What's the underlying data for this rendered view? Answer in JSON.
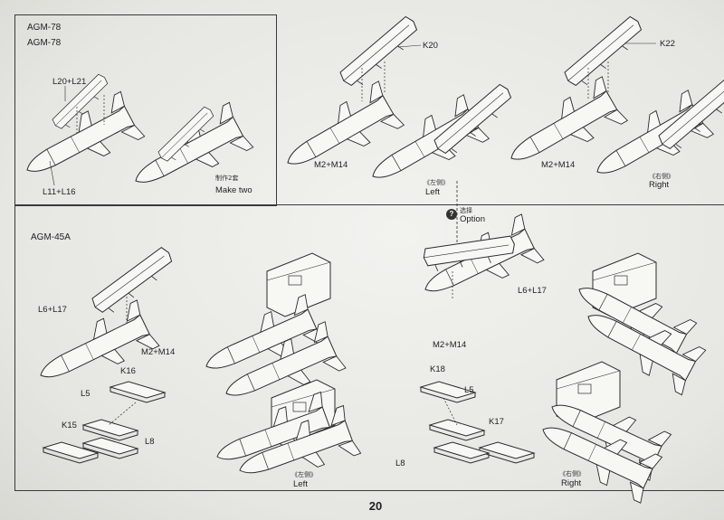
{
  "page": {
    "number": "20"
  },
  "sections": {
    "agm78": {
      "title_1": "AGM-78",
      "title_2": "AGM-78"
    },
    "agm45a": {
      "title": "AGM-45A"
    }
  },
  "labels": {
    "l20_l21": "L20+L21",
    "l11_l16": "L11+L16",
    "make_two_cn": "制作2套",
    "make_two": "Make two",
    "k20": "K20",
    "k22": "K22",
    "m2_m14_a": "M2+M14",
    "m2_m14_b": "M2+M14",
    "m2_m14_c": "M2+M14",
    "m2_m14_d": "M2+M14",
    "left_cn_a": "《左侧》",
    "left_a": "Left",
    "right_cn_a": "《右侧》",
    "right_a": "Right",
    "option_cn": "选择",
    "option": "Option",
    "option_icon": "?",
    "l6_l17_a": "L6+L17",
    "l6_l17_b": "L6+L17",
    "k16": "K16",
    "l5_a": "L5",
    "k15": "K15",
    "l8_a": "L8",
    "k18": "K18",
    "l5_b": "L5",
    "k17": "K17",
    "l8_b": "L8",
    "left_cn_b": "《左侧》",
    "left_b": "Left",
    "right_cn_b": "《右侧》",
    "right_b": "Right"
  },
  "colors": {
    "line": "#2b2b2b",
    "paper": "#eeeeeb",
    "fill": "#f7f7f4"
  }
}
